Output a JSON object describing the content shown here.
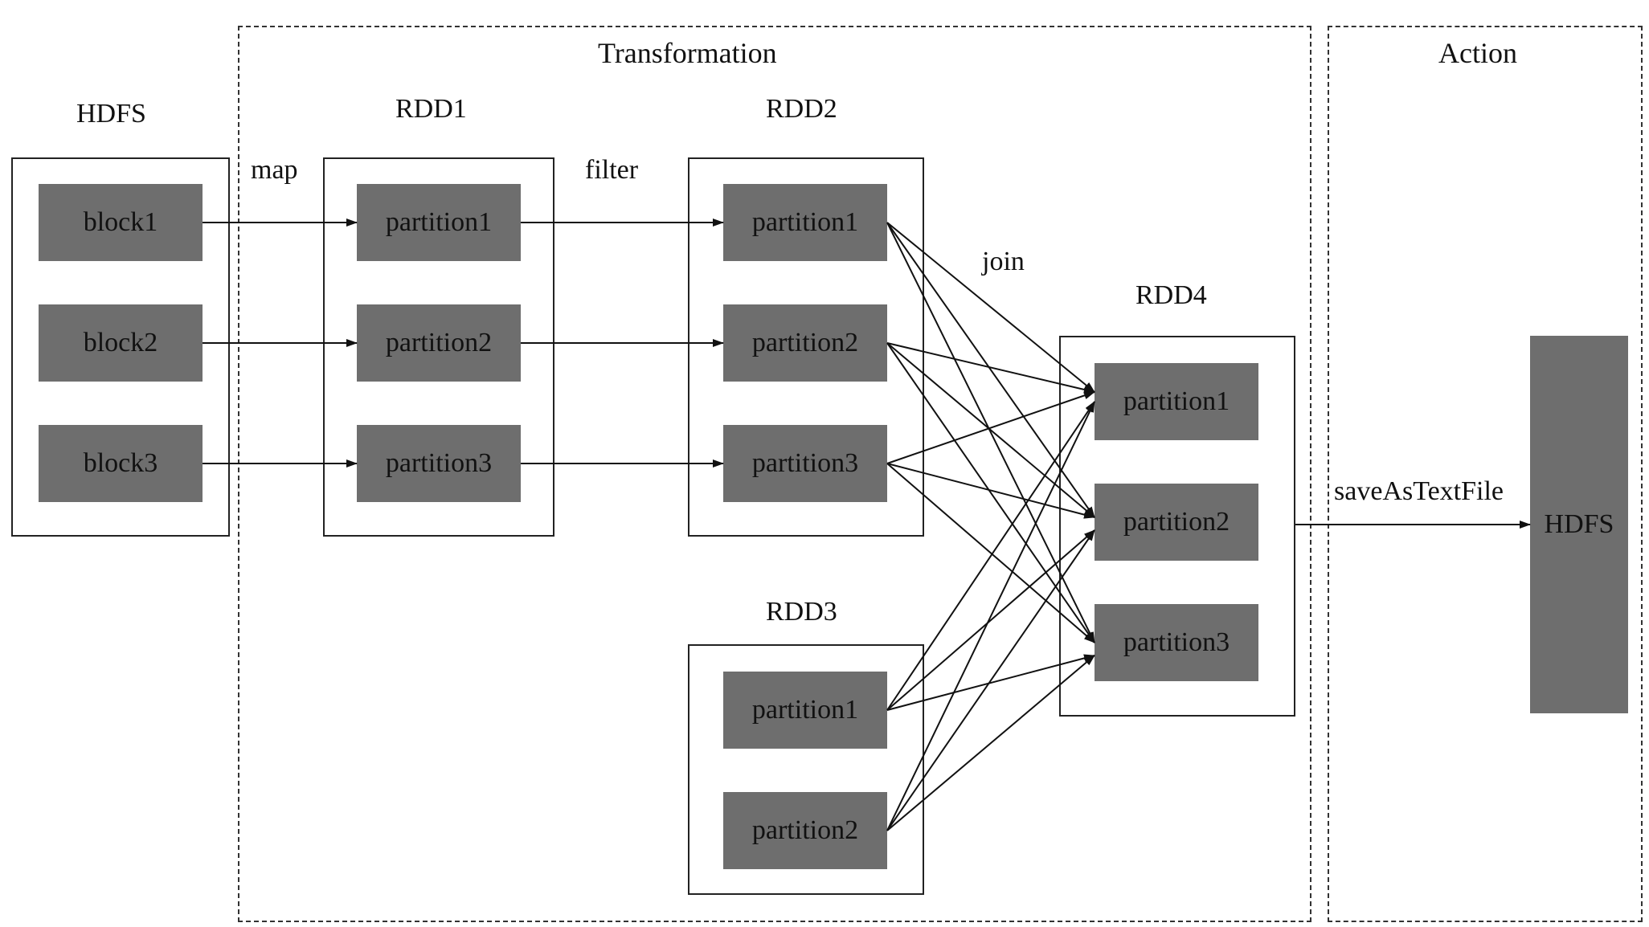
{
  "stages": {
    "transformation": "Transformation",
    "action": "Action"
  },
  "groups": {
    "hdfs_in": {
      "title": "HDFS",
      "items": [
        "block1",
        "block2",
        "block3"
      ]
    },
    "rdd1": {
      "title": "RDD1",
      "items": [
        "partition1",
        "partition2",
        "partition3"
      ]
    },
    "rdd2": {
      "title": "RDD2",
      "items": [
        "partition1",
        "partition2",
        "partition3"
      ]
    },
    "rdd3": {
      "title": "RDD3",
      "items": [
        "partition1",
        "partition2"
      ]
    },
    "rdd4": {
      "title": "RDD4",
      "items": [
        "partition1",
        "partition2",
        "partition3"
      ]
    }
  },
  "operations": {
    "map": "map",
    "filter": "filter",
    "join": "join",
    "save": "saveAsTextFile"
  },
  "hdfs_out": "HDFS"
}
